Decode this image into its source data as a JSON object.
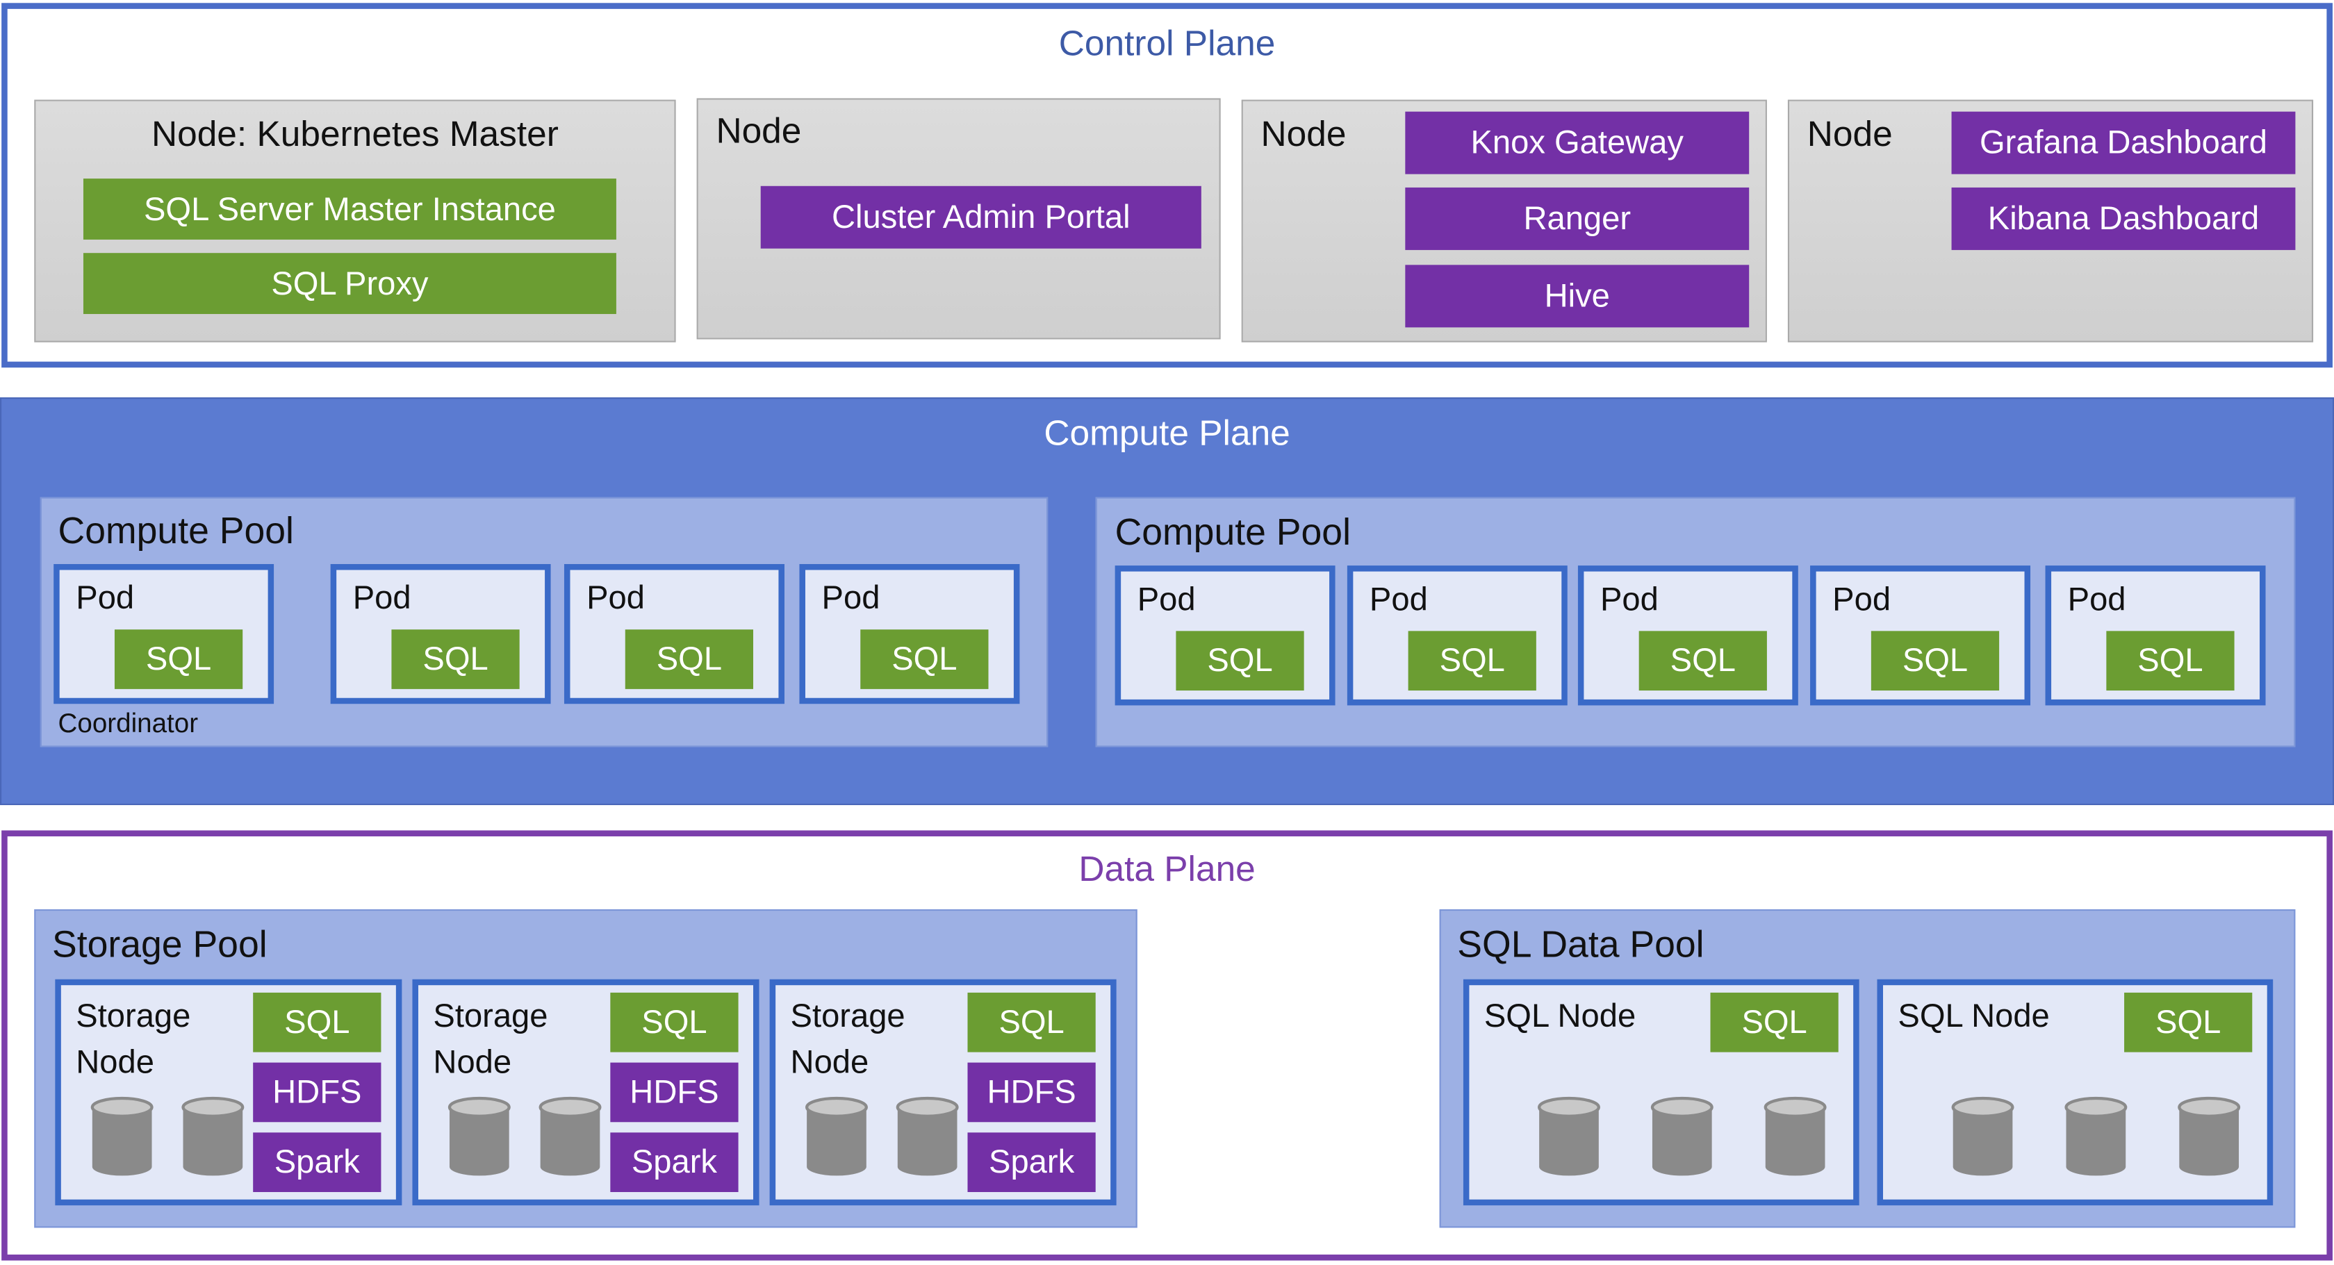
{
  "colors": {
    "control_border": "#4a6cc8",
    "compute_bg": "#5b7bd1",
    "data_border": "#7b3fab",
    "green": "#6b9d32",
    "purple": "#7330a6",
    "pool": "#9db0e4",
    "pod_border": "#3a6ac8"
  },
  "control_plane": {
    "title": "Control Plane",
    "nodes": [
      {
        "title": "Node: Kubernetes Master",
        "items": [
          "SQL Server Master Instance",
          "SQL Proxy"
        ]
      },
      {
        "title": "Node",
        "items": [
          "Cluster Admin Portal"
        ]
      },
      {
        "title": "Node",
        "items": [
          "Knox Gateway",
          "Ranger",
          "Hive"
        ]
      },
      {
        "title": "Node",
        "items": [
          "Grafana Dashboard",
          "Kibana Dashboard"
        ]
      }
    ]
  },
  "compute_plane": {
    "title": "Compute Plane",
    "pools": [
      {
        "title": "Compute Pool",
        "coordinator_label": "Coordinator",
        "pods": [
          {
            "label": "Pod",
            "service": "SQL"
          },
          {
            "label": "Pod",
            "service": "SQL"
          },
          {
            "label": "Pod",
            "service": "SQL"
          },
          {
            "label": "Pod",
            "service": "SQL"
          }
        ]
      },
      {
        "title": "Compute Pool",
        "pods": [
          {
            "label": "Pod",
            "service": "SQL"
          },
          {
            "label": "Pod",
            "service": "SQL"
          },
          {
            "label": "Pod",
            "service": "SQL"
          },
          {
            "label": "Pod",
            "service": "SQL"
          },
          {
            "label": "Pod",
            "service": "SQL"
          }
        ]
      }
    ]
  },
  "data_plane": {
    "title": "Data Plane",
    "storage_pool": {
      "title": "Storage Pool",
      "nodes": [
        {
          "line1": "Storage",
          "line2": "Node",
          "services": [
            "SQL",
            "HDFS",
            "Spark"
          ]
        },
        {
          "line1": "Storage",
          "line2": "Node",
          "services": [
            "SQL",
            "HDFS",
            "Spark"
          ]
        },
        {
          "line1": "Storage",
          "line2": "Node",
          "services": [
            "SQL",
            "HDFS",
            "Spark"
          ]
        }
      ]
    },
    "sql_data_pool": {
      "title": "SQL Data Pool",
      "nodes": [
        {
          "label": "SQL Node",
          "service": "SQL"
        },
        {
          "label": "SQL Node",
          "service": "SQL"
        }
      ]
    }
  }
}
